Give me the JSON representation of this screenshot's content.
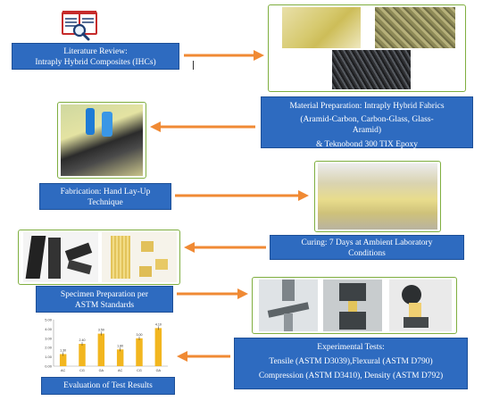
{
  "colors": {
    "box": "#2e6bc0",
    "arrow": "#f08a34",
    "frame": "#7fae3f",
    "bar": "#f2b61f"
  },
  "steps": {
    "literature": {
      "line1": "Literature Review:",
      "line2": "Intraply Hybrid Composites (IHCs)"
    },
    "material": {
      "line1": "Material Preparation: Intraply Hybrid Fabrics",
      "line2": "(Aramid-Carbon, Carbon-Glass, Glass-",
      "line3": "Aramid)",
      "line4": "& Teknobond 300 TIX Epoxy"
    },
    "fabrication": {
      "line1": "Fabrication: Hand Lay-Up",
      "line2": "Technique"
    },
    "curing": {
      "line1": "Curing: 7 Days at Ambient Laboratory",
      "line2": "Conditions"
    },
    "specimen": {
      "line1": "Specimen Preparation per",
      "line2": "ASTM Standards"
    },
    "tests": {
      "line1": "Experimental Tests:",
      "line2": "Tensile (ASTM D3039),Flexural (ASTM D790)",
      "line3": "Compression (ASTM D3410), Density (ASTM D792)"
    },
    "evaluation": {
      "line1": "Evaluation of Test Results"
    }
  },
  "icons": {
    "literature": "book-magnifier-icon"
  },
  "chart_data": {
    "type": "bar",
    "categories": [
      "AC",
      "CG",
      "GA",
      "AC",
      "CG",
      "GA"
    ],
    "values": [
      1.3,
      2.4,
      3.5,
      1.8,
      3.0,
      4.1
    ],
    "value_labels": [
      "1.30",
      "2.40",
      "3.50",
      "1.80",
      "3.00",
      "4.10"
    ],
    "ylim": [
      0,
      5
    ],
    "yticks": [
      "0.00",
      "1.00",
      "2.00",
      "3.00",
      "4.00",
      "5.00"
    ],
    "grid": false
  }
}
